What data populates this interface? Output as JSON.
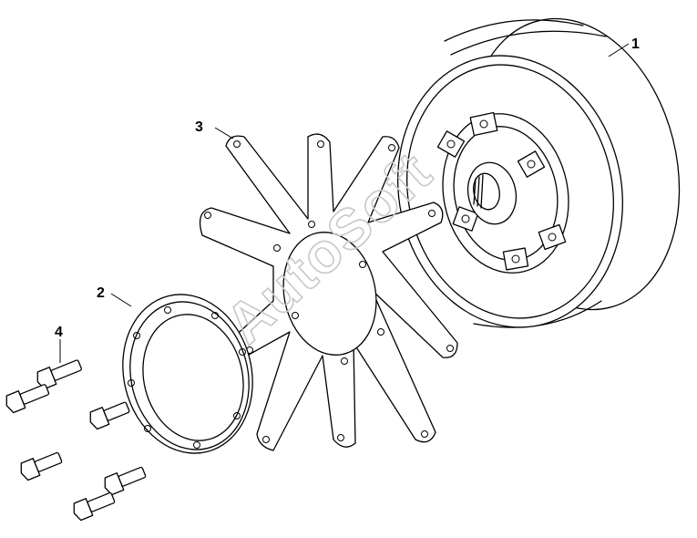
{
  "callouts": [
    {
      "id": "1",
      "label": "1"
    },
    {
      "id": "2",
      "label": "2"
    },
    {
      "id": "3",
      "label": "3"
    },
    {
      "id": "4",
      "label": "4"
    }
  ],
  "watermark": "AutoSoft",
  "colors": {
    "line": "#000000",
    "background": "#ffffff",
    "watermark": "#c8c8c8"
  }
}
